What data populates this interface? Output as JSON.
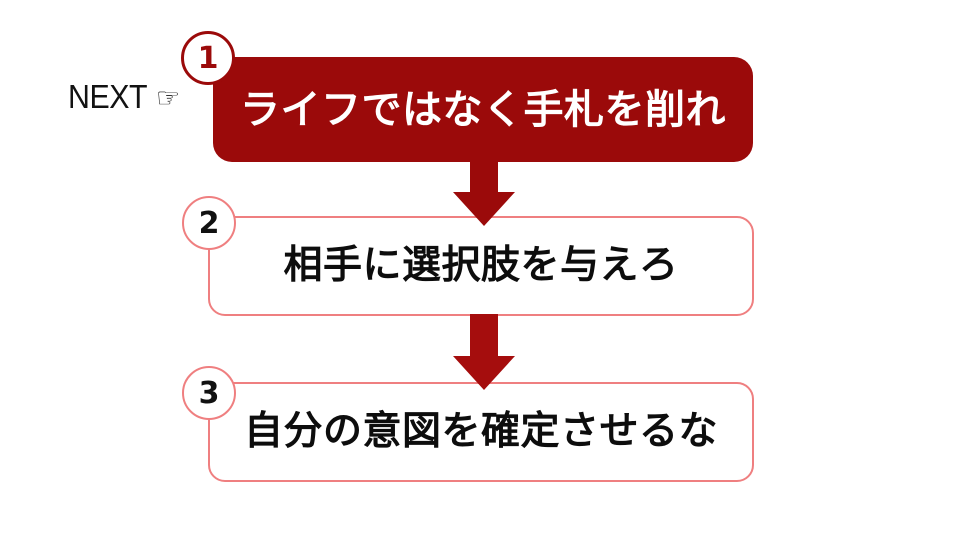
{
  "background_color": "#ffffff",
  "next_marker": {
    "label": "NEXT",
    "icon": "pointing-hand-right",
    "icon_glyph": "☞"
  },
  "palette": {
    "deep_red": "#9b0a0a",
    "arrow_red": "#a50d0d",
    "outline_pink": "#ef7f80",
    "white": "#ffffff",
    "black": "#0d0d0d"
  },
  "flow": {
    "steps": [
      {
        "number": "1",
        "text": "ライフではなく手札を削れ",
        "style": "filled",
        "fill": "#9b0a0a",
        "text_color": "#ffffff",
        "badge_border": "#9b0a0a",
        "badge_text_color": "#9b0a0a"
      },
      {
        "number": "2",
        "text": "相手に選択肢を与えろ",
        "style": "outlined",
        "fill": "#ffffff",
        "text_color": "#0d0d0d",
        "badge_border": "#ef7f80",
        "badge_text_color": "#111111"
      },
      {
        "number": "3",
        "text": "自分の意図を確定させるな",
        "style": "outlined",
        "fill": "#ffffff",
        "text_color": "#0d0d0d",
        "badge_border": "#ef7f80",
        "badge_text_color": "#111111"
      }
    ],
    "connectors": [
      {
        "direction": "down",
        "color": "#9b0a0a",
        "from": "1",
        "to": "2"
      },
      {
        "direction": "down",
        "color": "#a50d0d",
        "from": "2",
        "to": "3"
      }
    ]
  }
}
